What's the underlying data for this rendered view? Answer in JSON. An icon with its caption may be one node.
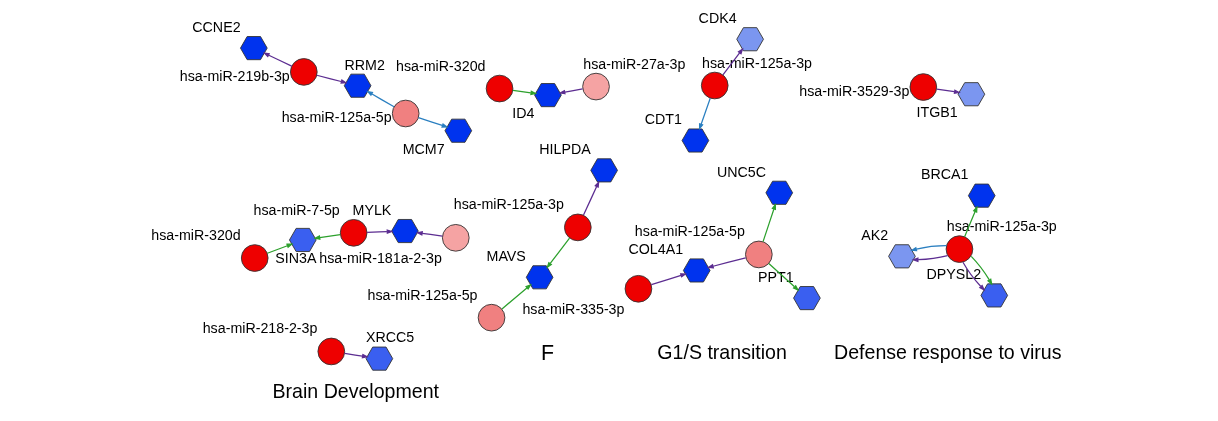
{
  "diagram": {
    "nodes": [
      {
        "text": [
          "hsa-miR-125a-5p"
        ]
      },
      {
        "text": [
          "MCM7"
        ]
      },
      {
        "text": [
          "hsa-miR-320d"
        ]
      },
      {
        "text": [
          "hsa-miR-27a-3p"
        ]
      },
      {
        "text": [
          "ID4"
        ]
      },
      {
        "text": [
          "hsa-miR-219b-3p"
        ]
      },
      {
        "text": [
          "CCNE2"
        ]
      },
      {
        "text": [
          "RRM2"
        ]
      },
      {
        "text": [
          "hsa-miR-125a-3p"
        ]
      },
      {
        "text": [
          "CDK4"
        ]
      },
      {
        "text": [
          "hsa-miR-3529-3p"
        ]
      },
      {
        "text": [
          "CDT1"
        ]
      },
      {
        "text": [
          "ITGB1"
        ]
      },
      {
        "text": [
          "hsa-miR-7-5p"
        ]
      },
      {
        "text": [
          "hsa-miR-181a-2-3p"
        ]
      },
      {
        "text": [
          "hsa-miR-125a-5p"
        ]
      },
      {
        "text": [
          "hsa-miR-320d"
        ]
      },
      {
        "text": [
          "SIN3A"
        ]
      },
      {
        "text": [
          "MYLK"
        ]
      },
      {
        "text": [
          "hsa-miR-125a-3p"
        ]
      },
      {
        "text": [
          "MAVS"
        ]
      },
      {
        "text": [
          "HILPDA"
        ]
      },
      {
        "text": [
          "hsa-miR-125a-5p"
        ]
      },
      {
        "text": [
          "PPT1"
        ]
      },
      {
        "text": [
          "AK2"
        ]
      },
      {
        "text": [
          "hsa-miR-335-3p"
        ]
      },
      {
        "text": [
          "COL4A1"
        ]
      },
      {
        "text": [
          "hsa-miR-125a-3p"
        ]
      },
      {
        "text": [
          "DPYSL2"
        ]
      },
      {
        "text": [
          "UNC5C"
        ]
      },
      {
        "text": [
          "BRCA1"
        ]
      },
      {
        "text": [
          "hsa-miR-218-2-3p"
        ]
      },
      {
        "text": [
          "XRCC5"
        ]
      }
    ],
    "edges": [
      {
        "from": 0,
        "to": 1,
        "arrow": "to",
        "color": "#2a7fc0"
      },
      {
        "from": 0,
        "to": 7,
        "arrow": "to",
        "color": "#2a7fc0"
      },
      {
        "from": 2,
        "to": 4,
        "arrow": "to",
        "color": "#2ca02c"
      },
      {
        "from": 3,
        "to": 4,
        "arrow": "to"
      },
      {
        "from": 5,
        "to": 6,
        "arrow": "to"
      },
      {
        "from": 5,
        "to": 7,
        "arrow": "to"
      },
      {
        "from": 8,
        "to": 9,
        "arrow": "to"
      },
      {
        "from": 8,
        "to": 11,
        "arrow": "to",
        "color": "#2a7fc0"
      },
      {
        "from": 10,
        "to": 12,
        "arrow": "to"
      },
      {
        "from": 13,
        "to": 18,
        "arrow": "to"
      },
      {
        "from": 13,
        "to": 17,
        "arrow": "to",
        "color": "#2ca02c"
      },
      {
        "from": 14,
        "to": 18,
        "arrow": "to"
      },
      {
        "from": 16,
        "to": 17,
        "arrow": "to",
        "color": "#2ca02c"
      },
      {
        "from": 15,
        "to": 20,
        "arrow": "to",
        "color": "#2ca02c"
      },
      {
        "from": 19,
        "to": 20,
        "arrow": "to",
        "color": "#2ca02c"
      },
      {
        "from": 19,
        "to": 21,
        "arrow": "to"
      },
      {
        "from": 22,
        "to": 23,
        "arrow": "to",
        "color": "#2ca02c"
      },
      {
        "from": 22,
        "to": 26,
        "arrow": "to"
      },
      {
        "from": 22,
        "to": 29,
        "arrow": "to",
        "color": "#2ca02c"
      },
      {
        "from": 25,
        "to": 26,
        "arrow": "to"
      },
      {
        "from": 27,
        "to": 24,
        "arrow": "to"
      },
      {
        "from": 27,
        "to": 24,
        "arrow": "to",
        "color": "#2a7fc0"
      },
      {
        "from": 27,
        "to": 28,
        "arrow": "to",
        "color": "#2ca02c"
      },
      {
        "from": 27,
        "to": 28,
        "arrow": "to"
      },
      {
        "from": 27,
        "to": 30,
        "arrow": "to",
        "color": "#2ca02c"
      },
      {
        "from": 31,
        "to": 32,
        "arrow": "to"
      }
    ],
    "labels": [
      "F",
      "G1/S transition",
      "Defense response to virus",
      "Brain Development"
    ]
  }
}
